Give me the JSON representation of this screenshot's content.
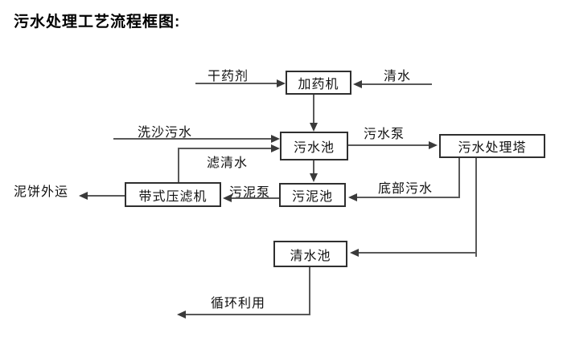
{
  "title": "污水处理工艺流程框图:",
  "nodes": {
    "dosing_machine": "加药机",
    "sewage_pool": "污水池",
    "treatment_tower": "污水处理塔",
    "belt_filter_press": "带式压滤机",
    "sludge_pool": "污泥池",
    "clean_water_pool": "清水池"
  },
  "flow_labels": {
    "dry_agent": "干药剂",
    "clean_water": "清水",
    "sand_washing_sewage": "洗沙污水",
    "filtered_water": "滤清水",
    "sewage_pump": "污水泵",
    "bottom_sewage": "底部污水",
    "sludge_pump": "污泥泵",
    "mud_cake_out": "泥饼外运",
    "recycle_use": "循环利用"
  },
  "colors": {
    "background": "#ffffff",
    "box_border": "#2f2f2f",
    "line": "#595959",
    "text": "#111111"
  }
}
